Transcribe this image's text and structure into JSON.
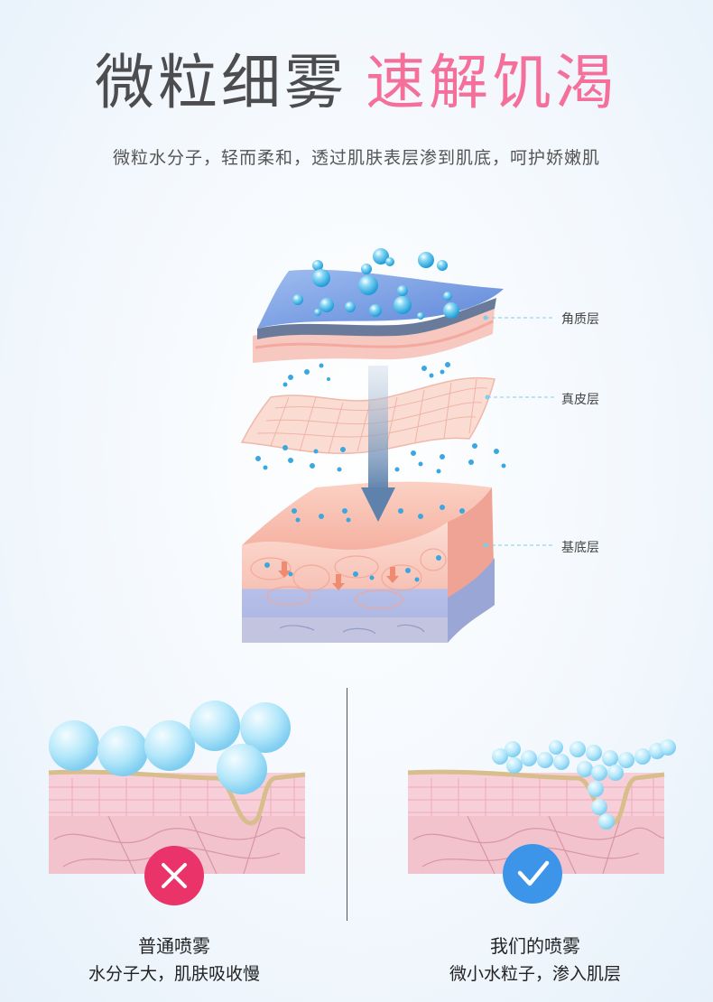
{
  "header": {
    "title_part1": "微粒细雾",
    "title_part2": "速解饥渴",
    "subtitle": "微粒水分子，轻而柔和，透过肌肤表层渗到肌底，呵护娇嫩肌"
  },
  "skin_layers": [
    {
      "label": "角质层"
    },
    {
      "label": "真皮层"
    },
    {
      "label": "基底层"
    }
  ],
  "comparison": {
    "left": {
      "title": "普通喷雾",
      "description": "水分子大，肌肤吸收慢",
      "badge_icon": "cross-icon",
      "badge_color": "#ea3469"
    },
    "right": {
      "title": "我们的喷雾",
      "description": "微小水粒子，渗入肌层",
      "badge_icon": "check-icon",
      "badge_color": "#3d95ea"
    }
  },
  "colors": {
    "title_dark": "#4d4d4f",
    "title_accent": "#f4709a",
    "water_bubble": "#5cc3ec",
    "arrow": "#6f8fb3"
  }
}
